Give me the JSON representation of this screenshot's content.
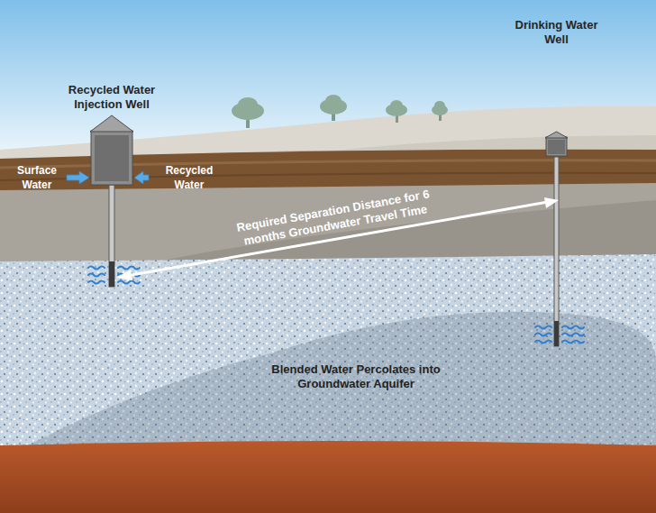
{
  "diagram": {
    "nodes": [
      {
        "text": [
          "Recycled Water Injection Well"
        ]
      },
      {
        "text": [
          "Drinking Water Well"
        ]
      }
    ],
    "labels": [
      "Surface Water",
      "Recycled Water",
      "Required Separation Distance for 6 months Groundwater Travel Time",
      "Blended Water Percolates into Groundwater Aquifer"
    ]
  }
}
